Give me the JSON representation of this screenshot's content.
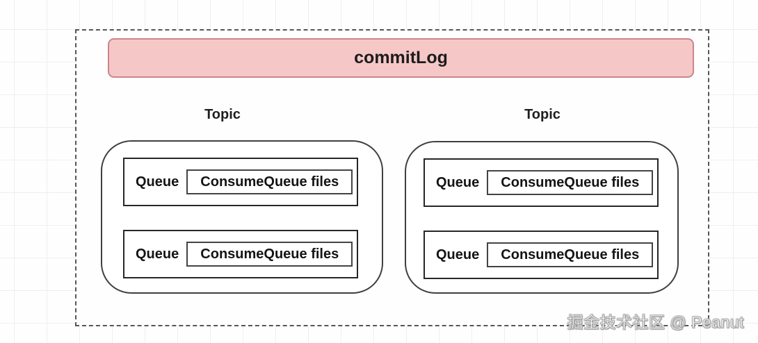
{
  "diagram": {
    "commitlog_label": "commitLog",
    "topics": [
      {
        "label": "Topic",
        "queues": [
          {
            "label": "Queue",
            "box_label": "ConsumeQueue files"
          },
          {
            "label": "Queue",
            "box_label": "ConsumeQueue files"
          }
        ]
      },
      {
        "label": "Topic",
        "queues": [
          {
            "label": "Queue",
            "box_label": "ConsumeQueue files"
          },
          {
            "label": "Queue",
            "box_label": "ConsumeQueue files"
          }
        ]
      }
    ],
    "colors": {
      "commitlog_fill": "#f6c7c7",
      "commitlog_border": "#c9858d",
      "box_border": "#3f3f3f",
      "dashed_border": "#565656"
    }
  },
  "page": {
    "watermark": "掘金技术社区 @ Peanut"
  }
}
